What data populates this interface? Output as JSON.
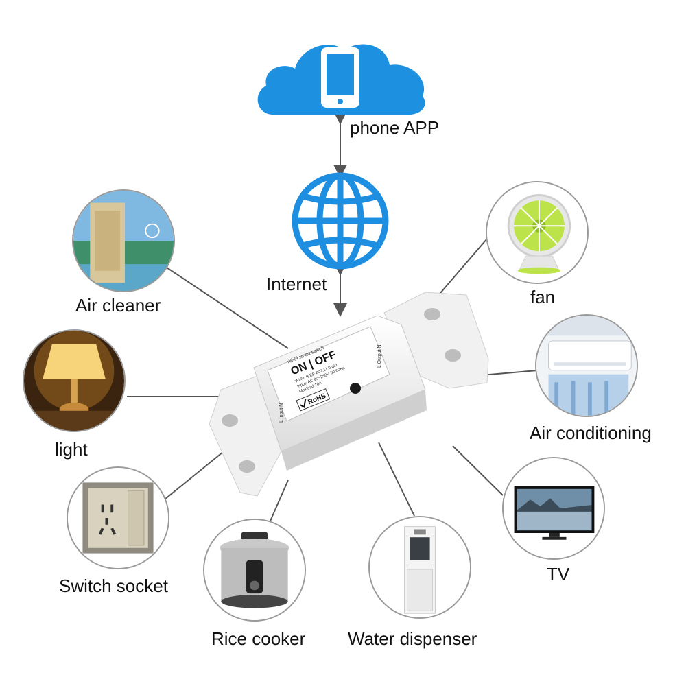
{
  "cloud": {
    "label": "phone APP"
  },
  "internet": {
    "label": "Internet"
  },
  "switch": {
    "top_text": "Wi-Fi smart switch",
    "title": "ON | OFF",
    "spec1": "Wi-Fi: IEEE 802.11 b/g/n",
    "spec2": "Input: AC 90~250V 50/60Hz",
    "spec3": "Maxload 10A",
    "rohs": "RoHS",
    "left_terminal": "L  Input  N",
    "right_terminal": "L  Output  N"
  },
  "devices": {
    "air_cleaner": "Air cleaner",
    "light": "light",
    "switch_socket": "Switch socket",
    "rice_cooker": "Rice cooker",
    "water_dispenser": "Water dispenser",
    "fan": "fan",
    "air_conditioning": "Air conditioning",
    "tv": "TV"
  },
  "colors": {
    "cloud_blue": "#1e90e0",
    "globe_blue": "#1e8ee0",
    "connector_gray": "#555555",
    "circle_border": "#9a9a9a"
  }
}
